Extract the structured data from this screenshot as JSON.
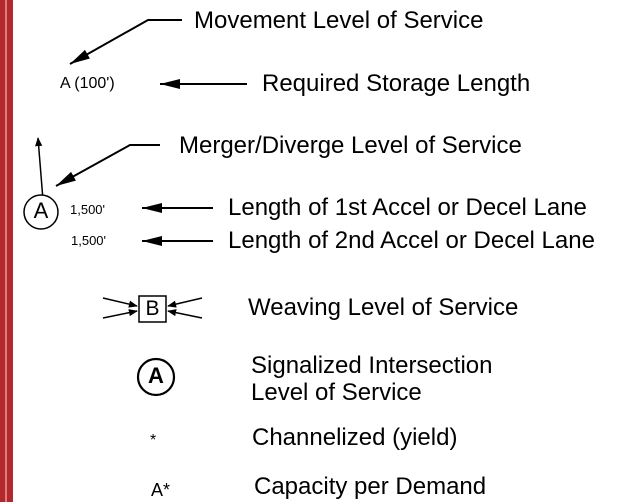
{
  "legend": {
    "movement_los": {
      "label": "Movement Level of Service"
    },
    "storage": {
      "symbol": "A (100')",
      "label": "Required Storage Length"
    },
    "merge_diverge": {
      "circle_letter": "A",
      "label": "Merger/Diverge Level of Service"
    },
    "accel1": {
      "value": "1,500'",
      "label": "Length of 1st Accel or Decel Lane"
    },
    "accel2": {
      "value": "1,500'",
      "label": "Length of 2nd Accel or Decel Lane"
    },
    "weaving": {
      "box_letter": "B",
      "label": "Weaving Level of Service"
    },
    "signalized": {
      "circle_letter": "A",
      "label_line1": "Signalized Intersection",
      "label_line2": "Level of Service"
    },
    "channelized": {
      "symbol": "*",
      "label": "Channelized (yield)"
    },
    "capacity": {
      "symbol": "A*",
      "label": "Capacity per Demand"
    }
  },
  "colors": {
    "sidebar": "#b3282d",
    "sidebar_highlight": "#e07c7e",
    "ink": "#000000"
  }
}
